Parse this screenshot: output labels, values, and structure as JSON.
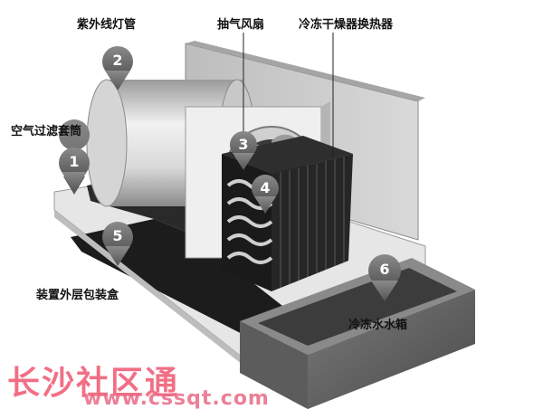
{
  "labels": {
    "uv_lamp": "紫外线灯管",
    "exhaust_fan": "抽气风扇",
    "heat_exchanger": "冷冻干燥器换热器",
    "air_filter_sleeve": "空气过滤套筒",
    "outer_box": "装置外层包装盒",
    "water_tank": "冷冻水水箱"
  },
  "markers": [
    "1",
    "2",
    "3",
    "4",
    "5",
    "6"
  ],
  "watermark": {
    "site_name": "长沙社区通",
    "url": "www.cssqt.com"
  },
  "colors": {
    "marker_fill": "#6e6e6e",
    "watermark": "#f0607a"
  }
}
